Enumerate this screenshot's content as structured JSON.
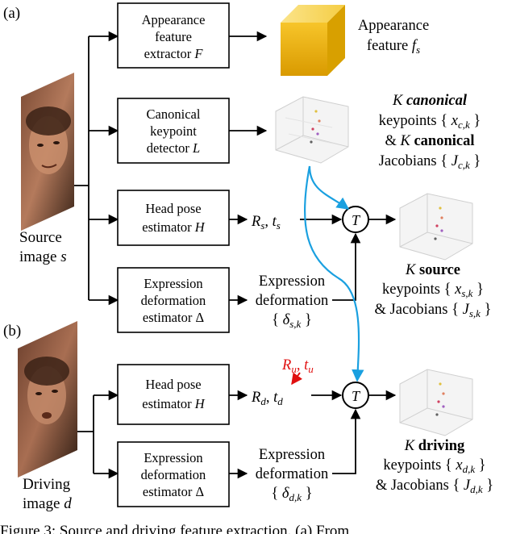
{
  "labels": {
    "panel_a": "(a)",
    "panel_b": "(b)",
    "source_image_1": "Source",
    "source_image_2": "image s",
    "driving_image_1": "Driving",
    "driving_image_2": "image d",
    "caption": "Figure 3: Source and driving feature extraction. (a) From"
  },
  "boxes": {
    "appearance": [
      "Appearance",
      "feature",
      "extractor F"
    ],
    "canonical": [
      "Canonical",
      "keypoint",
      "detector L"
    ],
    "headpose_s": [
      "Head pose",
      "estimator H"
    ],
    "expr_s": [
      "Expression",
      "deformation",
      "estimator Δ"
    ],
    "headpose_d": [
      "Head pose",
      "estimator H"
    ],
    "expr_d": [
      "Expression",
      "deformation",
      "estimator Δ"
    ]
  },
  "outputs": {
    "appearance_feature_1": "Appearance",
    "appearance_feature_2": "feature f",
    "appearance_feature_sub": "s",
    "canonical_kp": [
      "K canonical",
      "keypoints { x",
      "c,k",
      " }",
      "& K canonical",
      "Jacobians { J",
      "c,k",
      " }"
    ],
    "rs_ts": "R",
    "rs_ts_full": "Rs, ts",
    "expr_def_s": [
      "Expression",
      "deformation",
      "{ δ",
      "s,k",
      " }"
    ],
    "source_kp": [
      "K source",
      "keypoints { x",
      "s,k",
      " }",
      "& Jacobians { J",
      "s,k",
      " }"
    ],
    "ru_tu": "Ru, tu",
    "rd_td": "Rd, td",
    "expr_def_d": [
      "Expression",
      "deformation",
      "{ δ",
      "d,k",
      " }"
    ],
    "driving_kp": [
      "K driving",
      "keypoints { x",
      "d,k",
      " }",
      "& Jacobians { J",
      "d,k",
      " }"
    ],
    "T_symbol": "T"
  },
  "colors": {
    "blue_arrow": "#1aa0e0",
    "red_arrow": "#e01010",
    "feature_cube": "#f2b705"
  }
}
